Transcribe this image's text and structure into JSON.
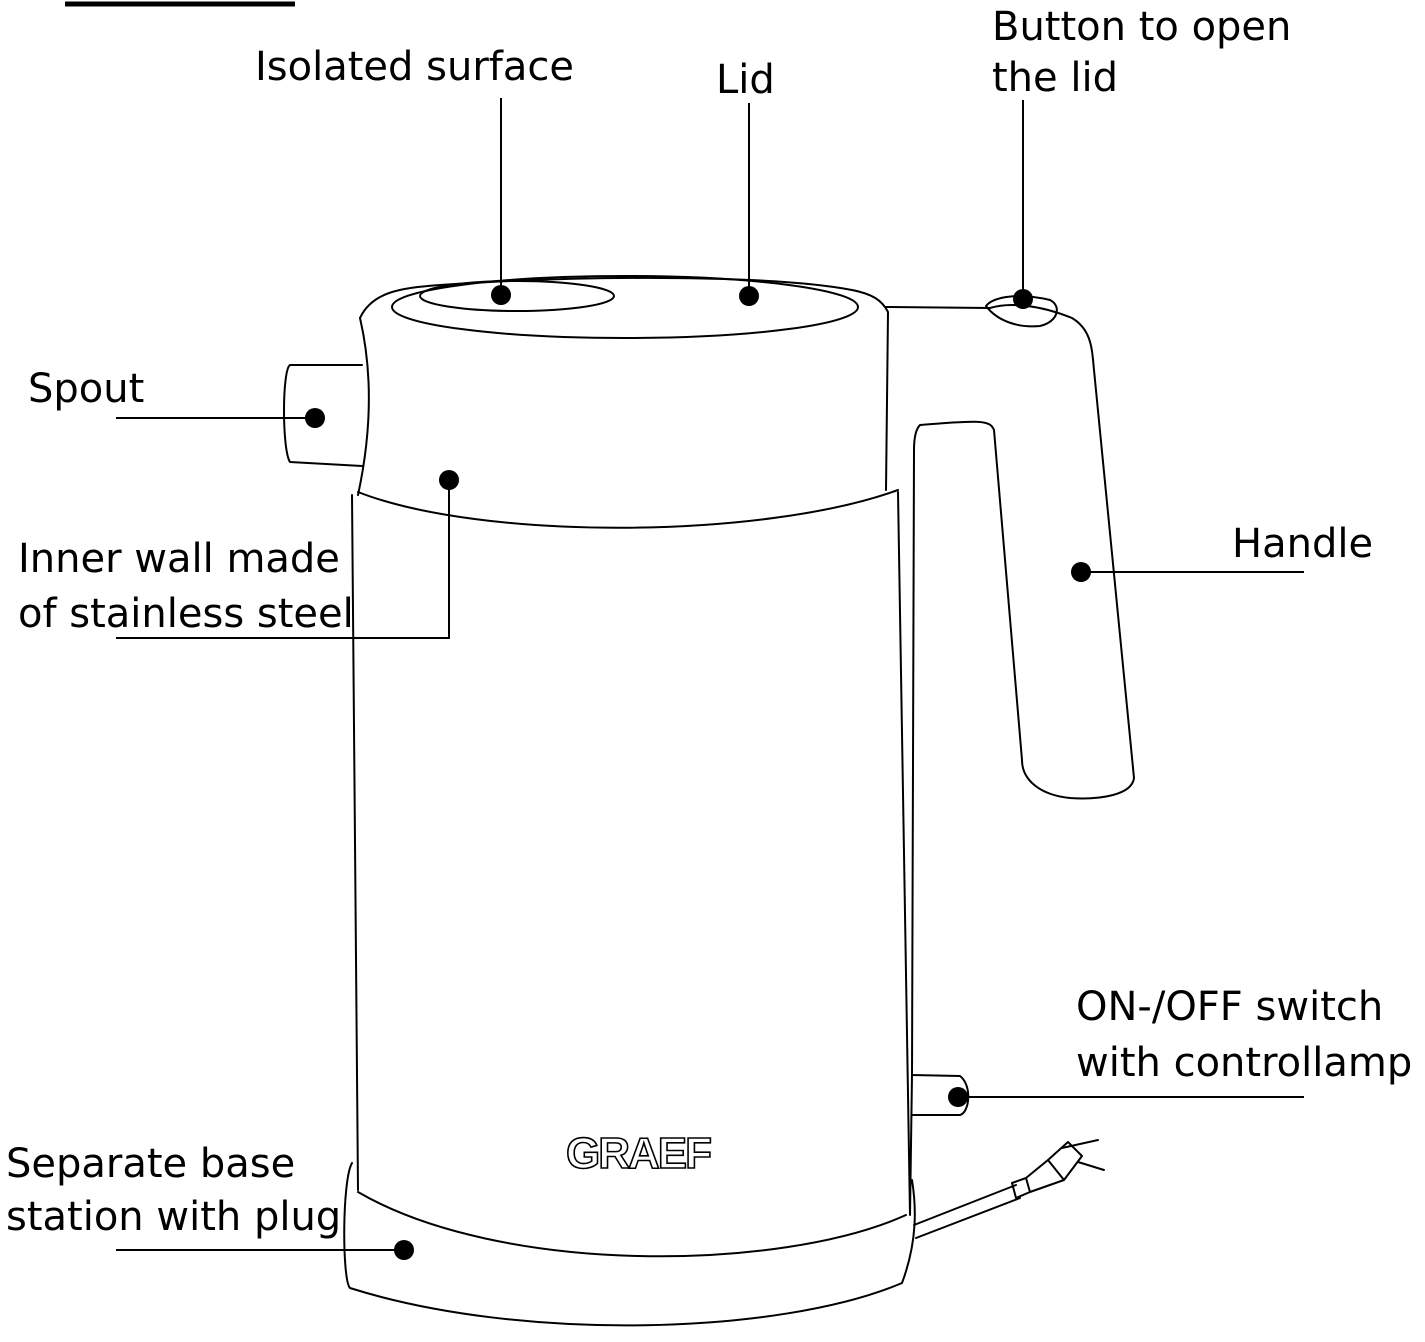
{
  "diagram": {
    "brand_logo": "GRAEF",
    "callouts": {
      "isolated_surface": [
        "Isolated surface"
      ],
      "lid": [
        "Lid"
      ],
      "lid_button": [
        "Button to open",
        "the lid"
      ],
      "spout": [
        "Spout"
      ],
      "inner_wall": [
        "Inner wall made",
        "of stainless steel"
      ],
      "handle": [
        "Handle"
      ],
      "switch": [
        "ON-/OFF switch",
        "with controllamp"
      ],
      "base_station": [
        "Separate base",
        "station with plug"
      ]
    },
    "colors": {
      "line": "#000000",
      "background": "#ffffff"
    }
  }
}
